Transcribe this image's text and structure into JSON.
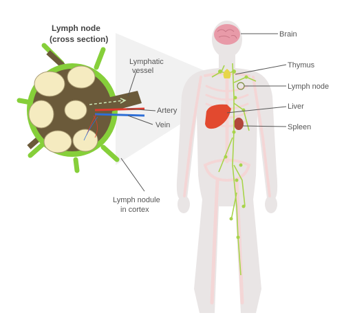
{
  "title": {
    "line1": "Lymph node",
    "line2": "(cross section)"
  },
  "labels": {
    "lymphatic_vessel_line1": "Lymphatic",
    "lymphatic_vessel_line2": "vessel",
    "artery": "Artery",
    "vein": "Vein",
    "lymph_nodule_line1": "Lymph nodule",
    "lymph_nodule_line2": "in cortex",
    "brain": "Brain",
    "thymus": "Thymus",
    "lymph_node": "Lymph node",
    "liver": "Liver",
    "spleen": "Spleen"
  },
  "colors": {
    "node_capsule": "#86cf3a",
    "node_lobule": "#f5ebc0",
    "vessel_brown": "#6b5a3a",
    "artery": "#e03a2e",
    "vein": "#2f6fd6",
    "brain": "#e89aa8",
    "liver": "#e2492f",
    "spleen": "#b2473b",
    "lymph_network": "#a8d44a",
    "skeleton": "#f4d6d6",
    "body_silhouette": "#e9e5e5"
  }
}
